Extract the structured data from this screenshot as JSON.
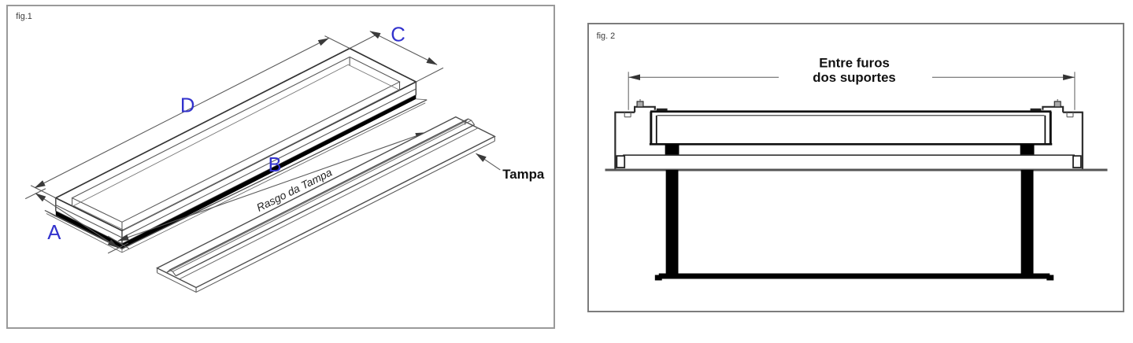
{
  "colors": {
    "background": "#ffffff",
    "panel_border_fig1": "#9a9a9a",
    "panel_border_fig2": "#7c7c7c",
    "line_color": "#4a4a4a",
    "accent_blue": "#3232CD",
    "fill_black": "#000000",
    "screw_grey": "#aaaaaa"
  },
  "figure1": {
    "label": "fig.1",
    "dim_a": "A",
    "dim_b": "B",
    "dim_c": "C",
    "dim_d": "D",
    "slot_label": "Rasgo da Tampa",
    "lid_label": "Tampa"
  },
  "figure2": {
    "label": "fig. 2",
    "dim_title_line1": "Entre furos",
    "dim_title_line2": "dos suportes"
  }
}
